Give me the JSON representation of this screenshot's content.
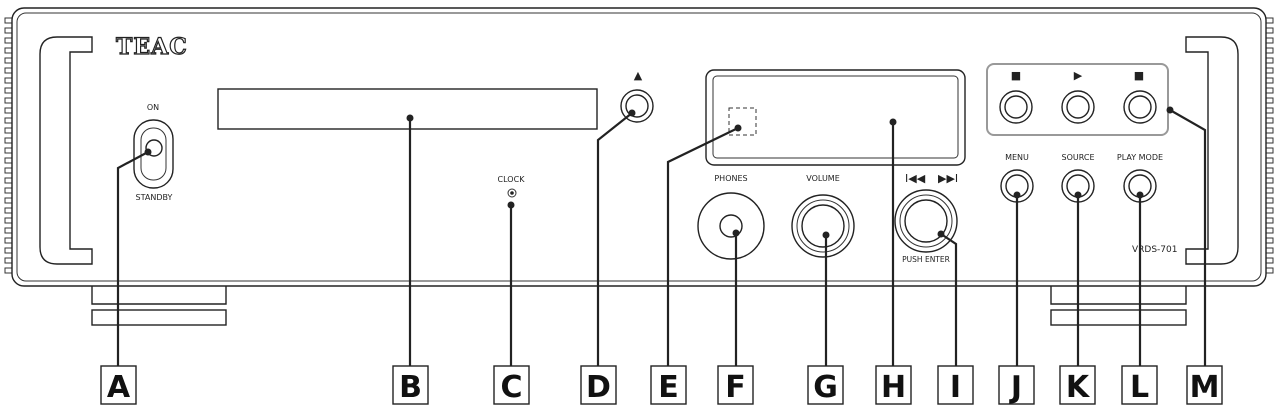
{
  "device": {
    "brand": "TEAC",
    "model": "VRDS-701"
  },
  "panel_labels": {
    "on": "ON",
    "standby": "STANDBY",
    "clock": "CLOCK",
    "phones": "PHONES",
    "volume": "VOLUME",
    "push_enter": "PUSH ENTER",
    "menu": "MENU",
    "source": "SOURCE",
    "play_mode": "PLAY MODE",
    "eject_symbol": "▲",
    "skip_back_symbol": "I◀◀",
    "skip_fwd_symbol": "▶▶I",
    "stop_symbol": "■",
    "play_symbol": "▶",
    "pause_symbol": "■"
  },
  "callouts": [
    "A",
    "B",
    "C",
    "D",
    "E",
    "F",
    "G",
    "H",
    "I",
    "J",
    "K",
    "L",
    "M"
  ]
}
